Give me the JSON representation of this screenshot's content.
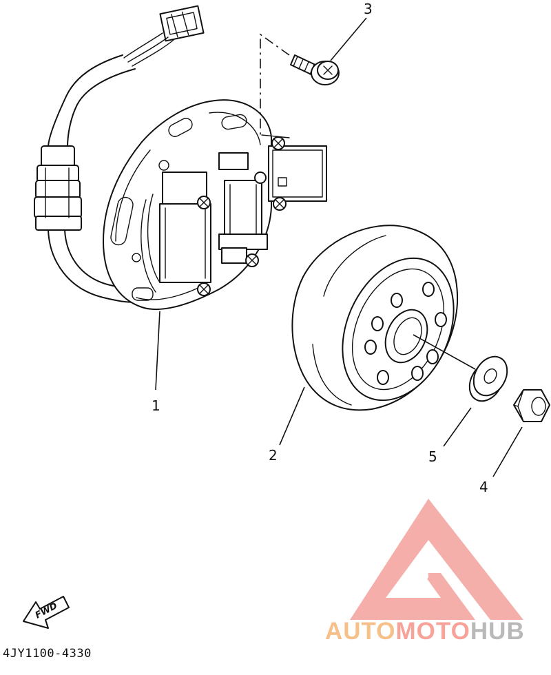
{
  "callouts": {
    "stator_assembly": "1",
    "rotor": "2",
    "screw": "3",
    "nut": "4",
    "washer": "5"
  },
  "direction_label": "FWD",
  "drawing_code": "4JY1100-4330",
  "watermark": {
    "part1": "AUTO",
    "part2": "MOTO",
    "part3": "HUB",
    "color_part1": "#f7c08a",
    "color_part2": "#f7a39a",
    "color_part3": "#b9b9b9",
    "logo_color": "#f4a6a1"
  }
}
